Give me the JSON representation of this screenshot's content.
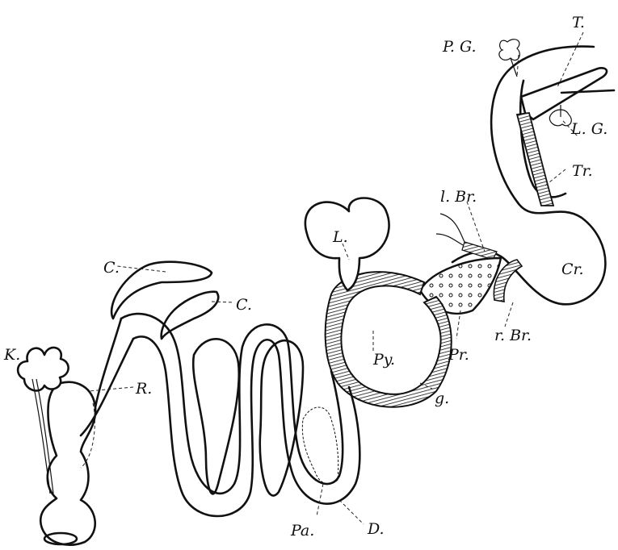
{
  "labels": {
    "pg": "P. G.",
    "t": "T.",
    "lg": "L. G.",
    "tr": "Tr.",
    "lbr": "l. Br.",
    "cr": "Cr.",
    "l": "L.",
    "rbr": "r. Br.",
    "pr": "Pr.",
    "py": "Py.",
    "g": "g.",
    "c1": "C.",
    "c2": "C.",
    "k": "K.",
    "r": "R.",
    "d": "D.",
    "pa": "Pa."
  }
}
